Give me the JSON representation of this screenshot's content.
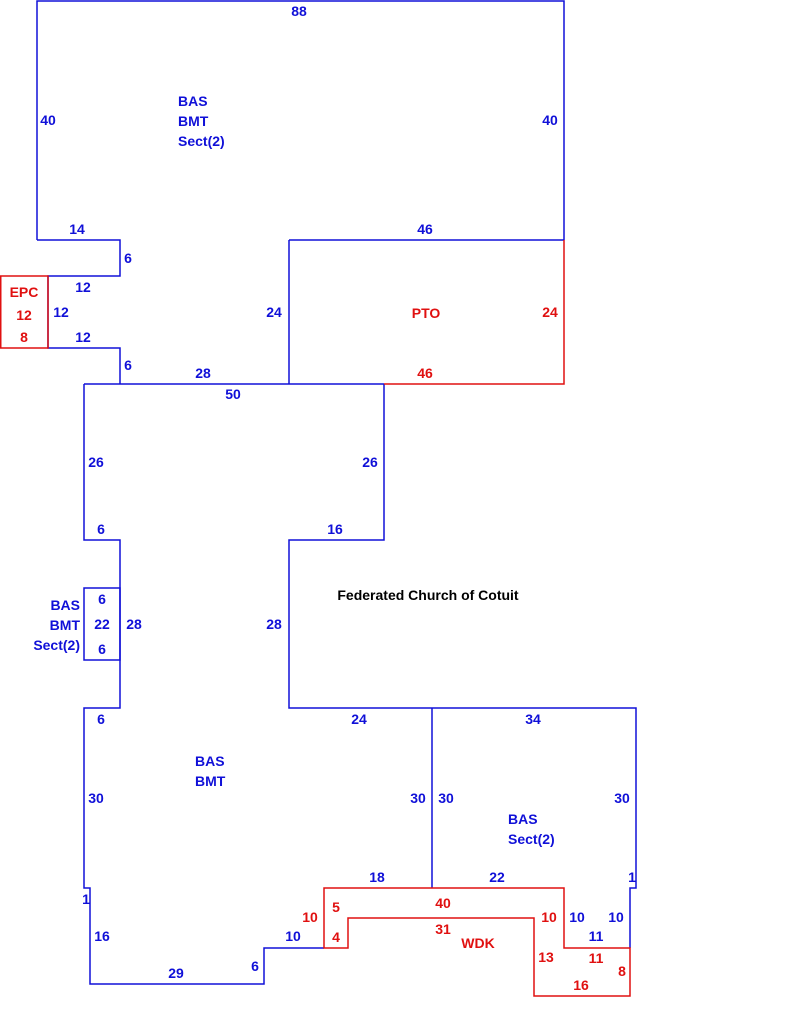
{
  "title": "Federated Church of Cotuit",
  "colors": {
    "building": "#1010d8",
    "addition": "#e01010",
    "title": "#000000"
  },
  "areas": {
    "upper": [
      "BAS",
      "BMT",
      "Sect(2)"
    ],
    "small": [
      "BAS",
      "BMT",
      "Sect(2)"
    ],
    "lower_left": [
      "BAS",
      "BMT"
    ],
    "lower_right": [
      "BAS",
      "Sect(2)"
    ],
    "porch": "EPC",
    "patio": "PTO",
    "deck": "WDK"
  },
  "dims": {
    "top": "88",
    "upper_left": "40",
    "upper_right": "40",
    "d14": "14",
    "d46a": "46",
    "d6a": "6",
    "d12a": "12",
    "d12b": "12",
    "d12c": "12",
    "d6b": "6",
    "d24a": "24",
    "pto_right": "24",
    "pto_bottom": "46",
    "d28a": "28",
    "d50": "50",
    "d26a": "26",
    "d26b": "26",
    "d6c": "6",
    "d16a": "16",
    "d28b": "28",
    "d28c": "28",
    "s6a": "6",
    "s22": "22",
    "s6b": "6",
    "d6d": "6",
    "d24b": "24",
    "d34": "34",
    "d30a": "30",
    "d30b": "30",
    "d30c": "30",
    "d30d": "30",
    "d18": "18",
    "d22": "22",
    "d1a": "1",
    "d1b": "1",
    "d16b": "16",
    "d29": "29",
    "d6e": "6",
    "d10a": "10",
    "d10b": "10",
    "d10c": "10",
    "d11a": "11",
    "porch_a": "12",
    "porch_b": "8",
    "w40": "40",
    "w31": "31",
    "w10a": "10",
    "w10b": "10",
    "w5": "5",
    "w4": "4",
    "w13": "13",
    "w11": "11",
    "w8": "8",
    "w16": "16"
  }
}
